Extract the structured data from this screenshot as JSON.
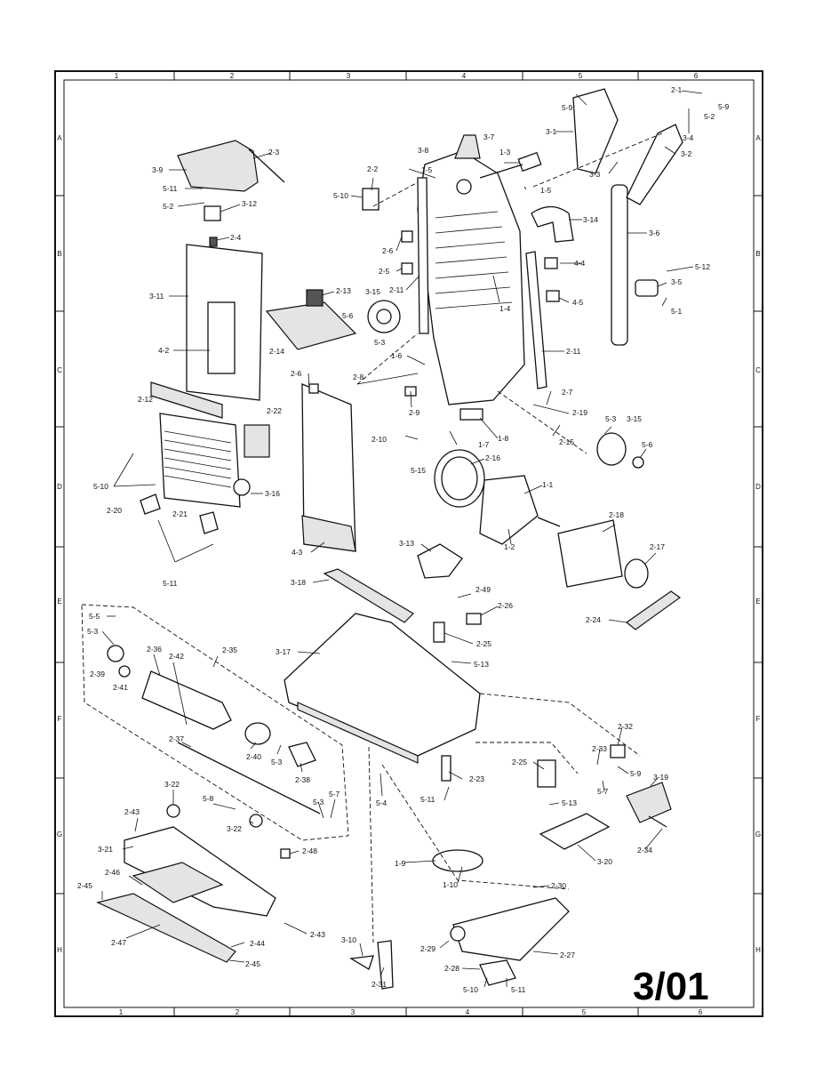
{
  "zones": {
    "columns": [
      "1",
      "2",
      "3",
      "4",
      "5",
      "6"
    ],
    "rows": [
      "A",
      "B",
      "C",
      "D",
      "E",
      "F",
      "G",
      "H"
    ]
  },
  "page_mark": "3/01",
  "callouts": {
    "c_2_3": "2-3",
    "c_3_9": "3-9",
    "c_5_11a": "5-11",
    "c_5_2a": "5-2",
    "c_3_12": "3-12",
    "c_2_4": "2-4",
    "c_3_11": "3-11",
    "c_4_2": "4-2",
    "c_2_12": "2-12",
    "c_2_22": "2-22",
    "c_5_10a": "5-10",
    "c_3_16": "3-16",
    "c_2_20": "2-20",
    "c_2_21": "2-21",
    "c_5_11b": "5-11",
    "c_2_2": "2-2",
    "c_5_10b": "5-10",
    "c_2_6a": "2-6",
    "c_2_5": "2-5",
    "c_2_11a": "2-11",
    "c_3_13a": "2-13",
    "c_3_15a": "3-15",
    "c_5_6a": "5-6",
    "c_5_3a": "5-3",
    "c_2_14": "2-14",
    "c_2_6b": "2-6",
    "c_2_8": "2-8",
    "c_4_3": "4-3",
    "c_3_8": "3-8",
    "c_1_5a": "1-5",
    "c_3_7": "3-7",
    "c_1_3": "1-3",
    "c_1_5b": "1-5",
    "c_3_14": "3-14",
    "c_1_4": "1-4",
    "c_1_6": "1-6",
    "c_2_9": "2-9",
    "c_2_10": "2-10",
    "c_5_15": "5-15",
    "c_1_7": "1-7",
    "c_1_8": "1-8",
    "c_2_16": "2-16",
    "c_1_1": "1-1",
    "c_1_2": "1-2",
    "c_3_13b": "3-13",
    "c_5_9a": "5-9",
    "c_3_1": "3-1",
    "c_3_3": "3-3",
    "c_2_1": "2-1",
    "c_5_2b": "5-2",
    "c_5_9b": "5-9",
    "c_3_4": "3-4",
    "c_3_2": "3-2",
    "c_3_6": "3-6",
    "c_4_4": "4-4",
    "c_4_5": "4-5",
    "c_5_12": "5-12",
    "c_3_5": "3-5",
    "c_5_1": "5-1",
    "c_2_11b": "2-11",
    "c_2_7": "2-7",
    "c_2_19": "2-19",
    "c_2_15": "2-15",
    "c_5_3b": "5-3",
    "c_3_15b": "3-15",
    "c_5_6b": "5-6",
    "c_2_18": "2-18",
    "c_2_17": "2-17",
    "c_2_24": "2-24",
    "c_3_18": "3-18",
    "c_2_49": "2-49",
    "c_2_26": "2-26",
    "c_2_25a": "2-25",
    "c_5_13a": "5-13",
    "c_3_17": "3-17",
    "c_5_5": "5-5",
    "c_5_3c": "5-3",
    "c_2_36": "2-36",
    "c_2_42": "2-42",
    "c_2_35": "2-35",
    "c_2_39": "2-39",
    "c_2_41": "2-41",
    "c_2_37": "2-37",
    "c_2_40": "2-40",
    "c_5_3d": "5-3",
    "c_2_38": "2-38",
    "c_5_7a": "5-7",
    "c_5_3e": "5-3",
    "c_3_22a": "3-22",
    "c_5_8": "5-8",
    "c_2_43a": "2-43",
    "c_3_22b": "3-22",
    "c_3_21": "3-21",
    "c_2_48": "2-48",
    "c_2_45a": "2-45",
    "c_2_46": "2-46",
    "c_2_47": "2-47",
    "c_2_44": "2-44",
    "c_2_45b": "2-45",
    "c_2_43b": "2-43",
    "c_5_4": "5-4",
    "c_5_11c": "5-11",
    "c_2_23": "2-23",
    "c_2_25b": "2-25",
    "c_5_13b": "5-13",
    "c_2_33": "2-33",
    "c_2_32": "2-32",
    "c_5_9c": "5-9",
    "c_5_7b": "5-7",
    "c_3_19": "3-19",
    "c_3_20": "3-20",
    "c_2_34": "2-34",
    "c_1_9": "1-9",
    "c_1_10": "1-10",
    "c_2_30": "2-30",
    "c_2_29": "2-29",
    "c_2_27": "2-27",
    "c_2_28": "2-28",
    "c_5_10c": "5-10",
    "c_5_11d": "5-11",
    "c_3_10": "3-10",
    "c_2_31": "2-31"
  }
}
